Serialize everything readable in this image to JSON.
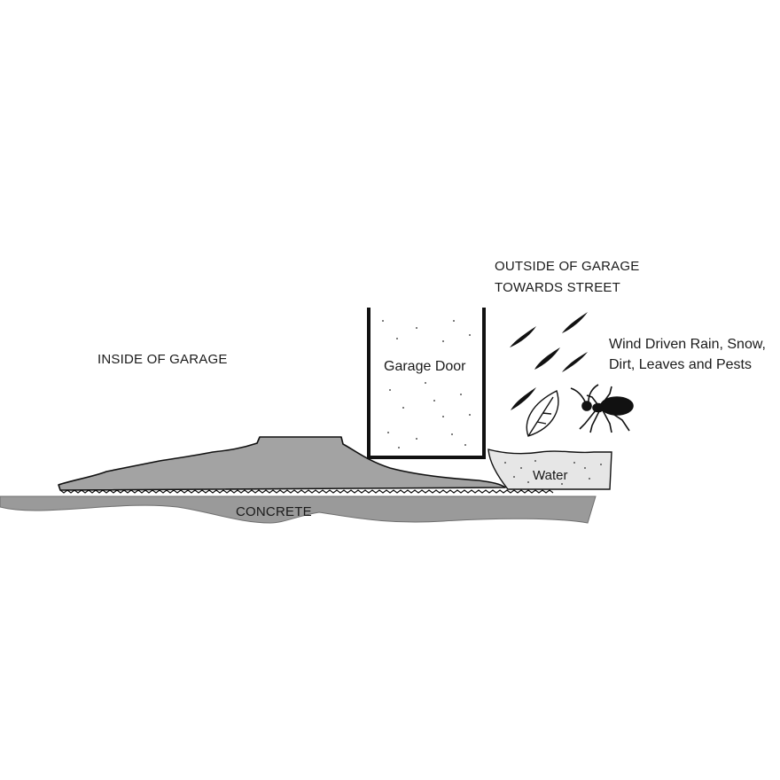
{
  "labels": {
    "inside": "INSIDE OF GARAGE",
    "outside_line1": "OUTSIDE OF GARAGE",
    "outside_line2": "TOWARDS STREET",
    "garage_door": "Garage Door",
    "wind_line1": "Wind Driven Rain, Snow,",
    "wind_line2": "Dirt, Leaves and Pests",
    "water": "Water",
    "concrete": "CONCRETE"
  },
  "icons": {
    "rain": "raindrop-icon",
    "leaf": "leaf-icon",
    "ant": "ant-icon"
  },
  "colors": {
    "concrete": "#9a9a9a",
    "seal": "#a3a3a3",
    "water": "#e6e6e6",
    "outline": "#111111"
  }
}
